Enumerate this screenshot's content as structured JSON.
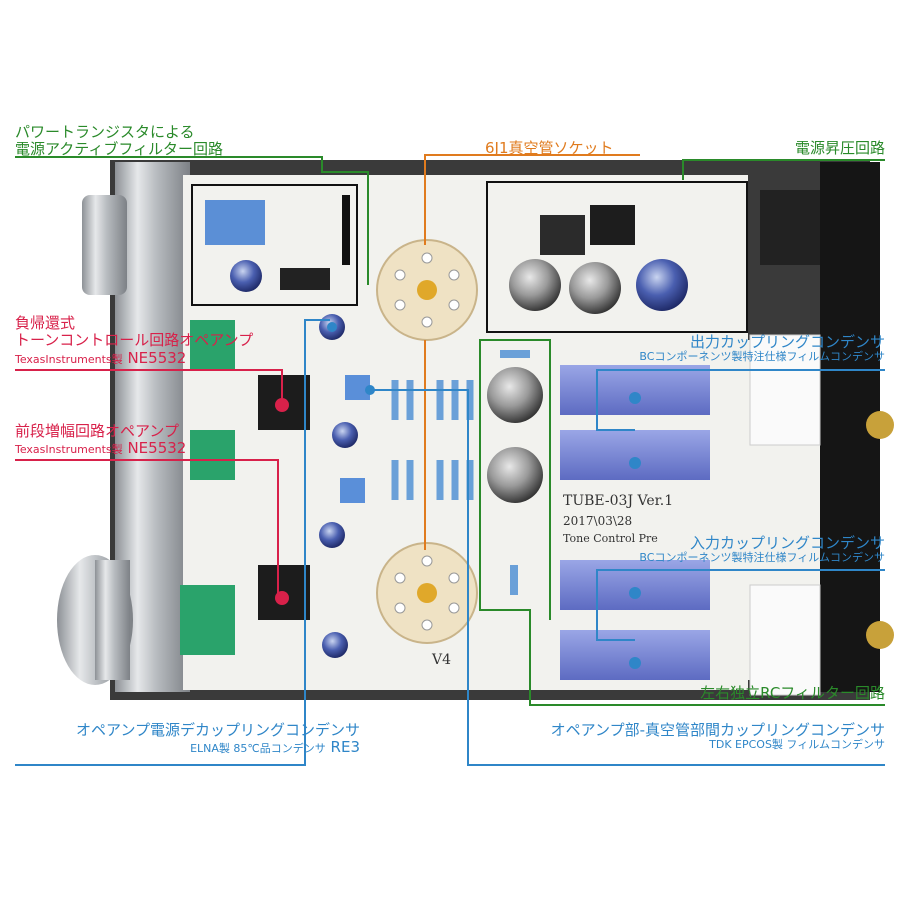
{
  "callouts": {
    "power_filter": {
      "line1": "パワートランジスタによる",
      "line2": "電源アクティブフィルター回路"
    },
    "tube_socket": "6J1真空管ソケット",
    "boost_circuit": "電源昇圧回路",
    "nfb_tone": {
      "line1": "負帰還式",
      "line2": "トーンコントロール回路オペアンプ",
      "maker": "TexasInstruments製",
      "part": "NE5532"
    },
    "pre_amp": {
      "line1": "前段増幅回路オペアンプ",
      "maker": "TexasInstruments製",
      "part": "NE5532"
    },
    "output_coupling": {
      "title": "出力カップリングコンデンサ",
      "sub": "BCコンポーネンツ製特注仕様フィルムコンデンサ"
    },
    "input_coupling": {
      "title": "入力カップリングコンデンサ",
      "sub": "BCコンポーネンツ製特注仕様フィルムコンデンサ"
    },
    "rc_filter": "左右独立RCフィルター回路",
    "decoupling": {
      "title": "オペアンプ電源デカップリングコンデンサ",
      "sub": "ELNA製 85℃品コンデンサ",
      "part": "RE3"
    },
    "interstage": {
      "title": "オペアンプ部-真空管部間カップリングコンデンサ",
      "sub": "TDK EPCOS製 フィルムコンデンサ"
    }
  },
  "board": {
    "title": "TUBE-03J Ver.1",
    "date": "2017\\03\\28",
    "name": "Tone Control Pre",
    "tube_label": "V4"
  },
  "colors": {
    "green": "#2a8a2a",
    "orange": "#e07b1e",
    "red": "#d8214a",
    "blue": "#2f86c8",
    "pcb": "#f2f2ee"
  }
}
